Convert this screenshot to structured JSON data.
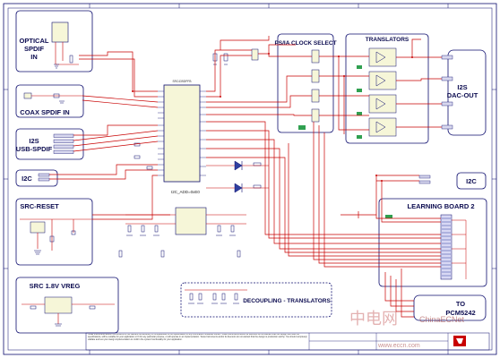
{
  "blocks": {
    "optical_spdif": {
      "line1": "OPTICAL",
      "line2": "SPDIF",
      "line3": "IN"
    },
    "coax_spdif": {
      "label": "COAX SPDIF IN"
    },
    "i2s_usb": {
      "line1": "I2S",
      "line2": "USB-SPDIF"
    },
    "i2c_left": {
      "label": "I2C"
    },
    "src_reset": {
      "label": "SRC-RESET"
    },
    "src_vreg": {
      "label": "SRC 1.8V VREG"
    },
    "clock_select": {
      "label": "PS/IA CLOCK SELECT"
    },
    "translators": {
      "label": "TRANSLATORS"
    },
    "i2s_dac_out": {
      "line1": "I2S",
      "line2": "DAC-OUT"
    },
    "i2c_right": {
      "label": "I2C"
    },
    "learning_board": {
      "label": "LEARNING BOARD 2"
    },
    "decoupling": {
      "label": "DECOUPLING - TRANSLATORS"
    },
    "to_pcm": {
      "line1": "TO",
      "line2": "PCM5242"
    }
  },
  "main_ic": {
    "label": "I2C_ADD=0xE0",
    "part": "SRC4392IPFB"
  },
  "notice_text": "Texas Instruments and/or its licensors do not warrant the accuracy or completeness of this specification or any information contained therein. Texas Instruments and/or its licensors do not warrant that this design will meet the specifications, will be suitable for your application or fit for any particular purpose, or will operate in an implementation. Texas Instruments and/or its licensors do not warrant that the design is production worthy. You should completely validate and test your design implementation to confirm the system functionality for your application.",
  "watermark": {
    "cn": "中电网",
    "en": "ChinaECNet",
    "url": "www.eccn.com"
  },
  "colors": {
    "border": "#0c0c6e",
    "wire": "#c80000",
    "part": "#0c0c6e",
    "block": "#0c0c6e"
  }
}
